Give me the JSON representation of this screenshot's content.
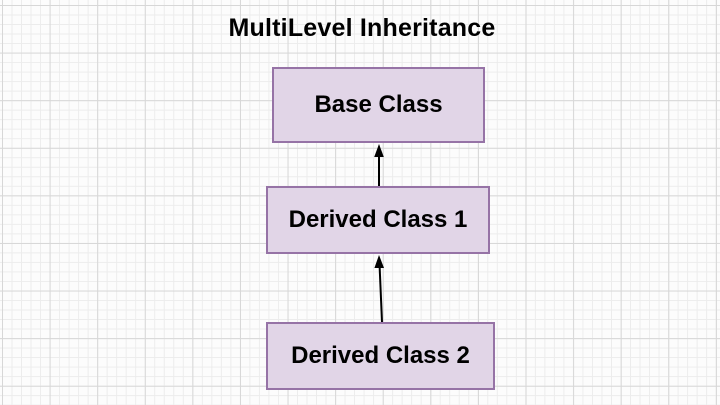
{
  "diagram": {
    "title": "MultiLevel Inheritance",
    "nodes": [
      {
        "id": "base",
        "label": "Base Class"
      },
      {
        "id": "derived1",
        "label": "Derived Class 1"
      },
      {
        "id": "derived2",
        "label": "Derived Class 2"
      }
    ],
    "edges": [
      {
        "from": "derived1",
        "to": "base",
        "arrow": "solid-triangle-up"
      },
      {
        "from": "derived2",
        "to": "derived1",
        "arrow": "solid-triangle-up"
      }
    ],
    "colors": {
      "node_fill": "#e1d5e7",
      "node_border": "#9673a6",
      "arrow": "#000000",
      "text": "#000000",
      "background": "#fcfcfc",
      "grid_minor": "#ececec",
      "grid_major": "#d7d7d7"
    }
  }
}
